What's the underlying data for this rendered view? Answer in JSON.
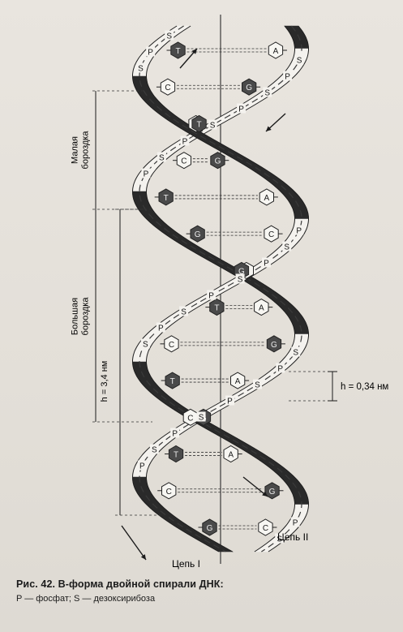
{
  "labels": {
    "minor_groove": [
      "Малая",
      "бороздка"
    ],
    "major_groove": [
      "Большая",
      "бороздка"
    ],
    "pitch": "h = 3,4 нм",
    "rise": "h = 0,34 нм",
    "strand_one": "Цепь I",
    "strand_two": "Цепь II"
  },
  "backbone_symbols": {
    "phosphate": "P",
    "sugar": "S"
  },
  "base_pairs": [
    {
      "left": "T",
      "right": "A",
      "left_style": "dark",
      "right_style": "light"
    },
    {
      "left": "C",
      "right": "G",
      "left_style": "light",
      "right_style": "dark"
    },
    {
      "left": "A",
      "right": "T",
      "left_style": "light",
      "right_style": "dark"
    },
    {
      "left": "C",
      "right": "G",
      "left_style": "light",
      "right_style": "dark"
    },
    {
      "left": "T",
      "right": "A",
      "left_style": "dark",
      "right_style": "light"
    },
    {
      "left": "G",
      "right": "C",
      "left_style": "dark",
      "right_style": "light"
    },
    {
      "left": "C",
      "right": "G",
      "left_style": "light",
      "right_style": "dark"
    },
    {
      "left": "T",
      "right": "A",
      "left_style": "dark",
      "right_style": "light"
    },
    {
      "left": "C",
      "right": "G",
      "left_style": "light",
      "right_style": "dark"
    },
    {
      "left": "T",
      "right": "A",
      "left_style": "dark",
      "right_style": "light"
    },
    {
      "left": "G",
      "right": "C",
      "left_style": "dark",
      "right_style": "light"
    },
    {
      "left": "T",
      "right": "A",
      "left_style": "dark",
      "right_style": "light"
    },
    {
      "left": "C",
      "right": "G",
      "left_style": "light",
      "right_style": "dark"
    },
    {
      "left": "G",
      "right": "C",
      "left_style": "dark",
      "right_style": "light"
    }
  ],
  "caption": {
    "title": "Рис. 42. В-форма двойной спирали ДНК:",
    "legend": "P — фосфат; S — дезоксирибоза"
  },
  "colors": {
    "background": "#e6e2dc",
    "ink": "#1b1b1b",
    "dark_strand": "#2b2b2b",
    "light_strand": "#f4f2ee",
    "dark_base": "#4a4a4a",
    "light_base": "#f7f6f2"
  }
}
